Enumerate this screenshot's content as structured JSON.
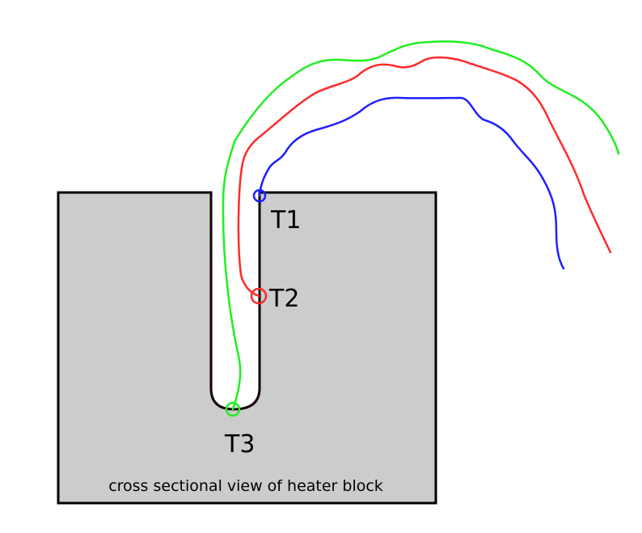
{
  "diagram": {
    "caption": "cross sectional view of heater block",
    "colors": {
      "block_fill": "#cccccc",
      "block_outline": "#000000",
      "wire_t1": "#2020ff",
      "wire_t2": "#ff2a2a",
      "wire_t3": "#22ee22"
    },
    "probes": [
      {
        "id": "t1",
        "label": "T1",
        "color": "#2020ff"
      },
      {
        "id": "t2",
        "label": "T2",
        "color": "#ff2a2a"
      },
      {
        "id": "t3",
        "label": "T3",
        "color": "#22ee22"
      }
    ]
  }
}
